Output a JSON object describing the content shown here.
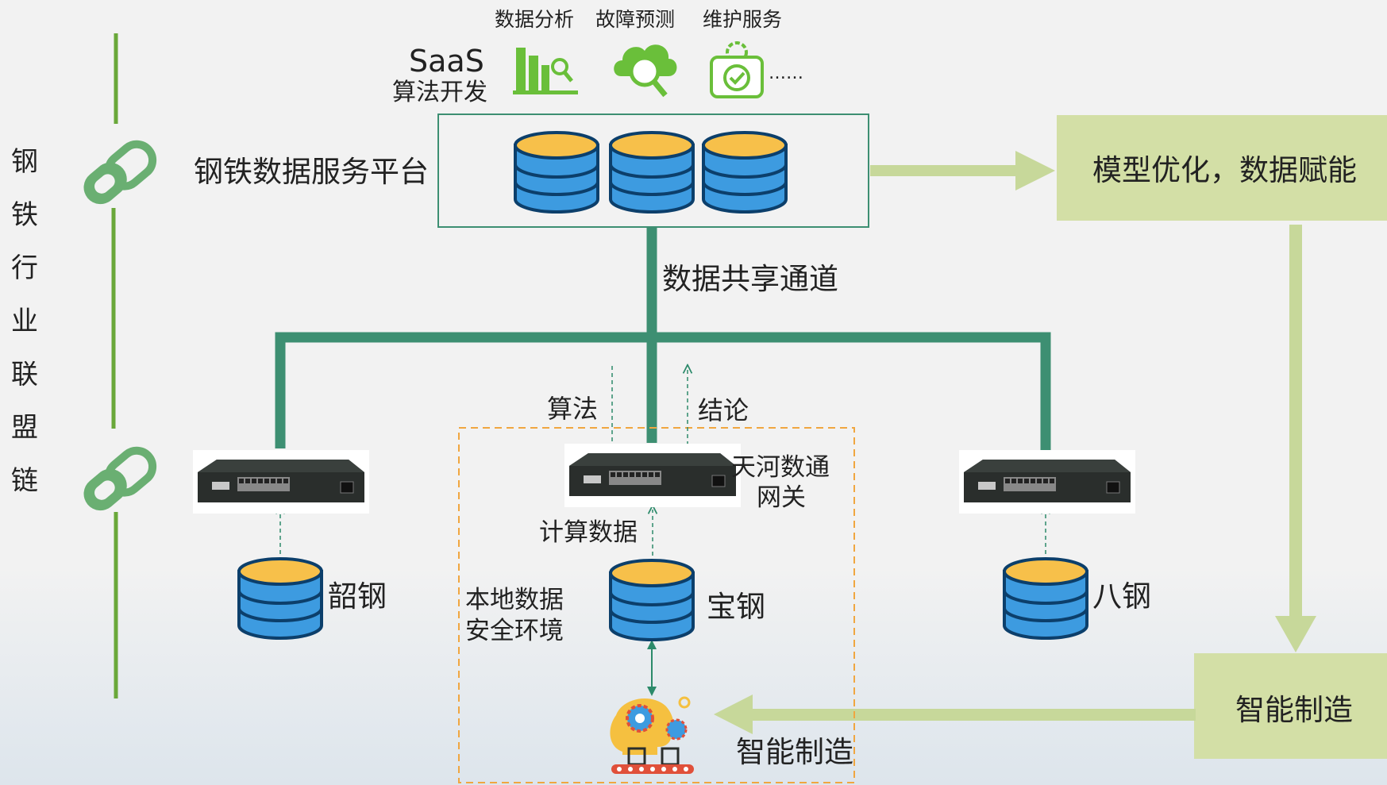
{
  "sidebar": {
    "title_chars": [
      "钢",
      "铁",
      "行",
      "业",
      "联",
      "盟",
      "链"
    ]
  },
  "saas": {
    "line1": "SaaS",
    "line2": "算法开发",
    "icons": [
      {
        "label": "数据分析",
        "icon": "bar-chart-search-icon"
      },
      {
        "label": "故障预测",
        "icon": "cloud-search-icon"
      },
      {
        "label": "维护服务",
        "icon": "gear-check-icon"
      }
    ],
    "more": "……"
  },
  "platform": {
    "label": "钢铁数据服务平台"
  },
  "channel": {
    "label": "数据共享通道"
  },
  "right_box": {
    "label": "模型优化，数据赋能"
  },
  "bottom_right_box": {
    "label": "智能制造"
  },
  "gateway": {
    "algo_label": "算法",
    "result_label": "结论",
    "name_line1": "天河数通",
    "name_line2": "网关",
    "compute_label": "计算数据"
  },
  "local_env": {
    "line1": "本地数据",
    "line2": "安全环境"
  },
  "plants": {
    "left": "韶钢",
    "center": "宝钢",
    "right": "八钢"
  },
  "smart_mfg": {
    "label": "智能制造"
  },
  "colors": {
    "dark_green": "#3d8f72",
    "light_green": "#d3dfa6",
    "arrow_green": "#c7d89a",
    "vertical_line": "#6aa83a",
    "chain_green": "#6aaf72",
    "db_blue": "#3d9be0",
    "db_top": "#f7c04a",
    "dashed_orange": "#f0a640",
    "dotted_teal": "#2c8a6a"
  }
}
